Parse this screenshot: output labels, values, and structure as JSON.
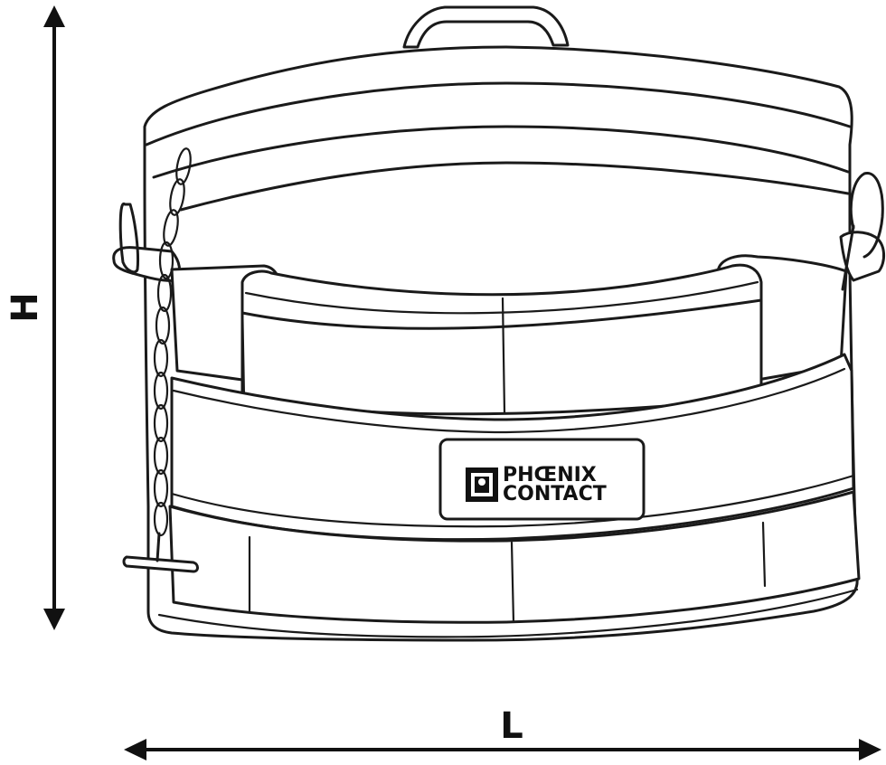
{
  "dimensions": {
    "height_label": "H",
    "length_label": "L"
  },
  "logo": {
    "line1": "PHŒNIX",
    "line2": "CONTACT"
  },
  "colors": {
    "stroke": "#1a1a1a",
    "background": "#ffffff"
  }
}
